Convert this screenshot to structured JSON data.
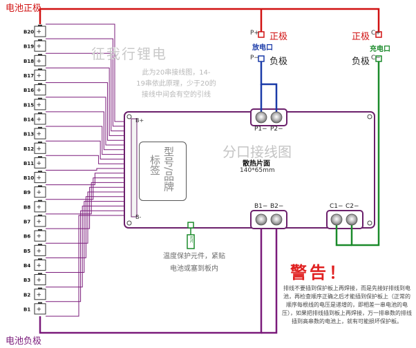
{
  "battery_positive": "电池正极",
  "battery_negative": "电池负极",
  "cells": [
    "B20",
    "B19",
    "B18",
    "B17",
    "B16",
    "B15",
    "B14",
    "B13",
    "B12",
    "B11",
    "B10",
    "B9",
    "B8",
    "B7",
    "B6",
    "B5",
    "B4",
    "B3",
    "B2",
    "B1"
  ],
  "watermark": "征我行锂电",
  "note_lines": [
    "此为20串接线图，14-",
    "19串依此原理，少于20的",
    "接线中间会有空的引线"
  ],
  "board": {
    "title": "分口接线图",
    "heatsink_label": "散热片面",
    "heatsink_size": "140*65mm",
    "b_plus": "B+",
    "b_minus": "B-",
    "tag_col1": "型号/品牌",
    "tag_col2": "标签"
  },
  "discharge": {
    "title": "放电口",
    "p_plus": "P+",
    "p_minus": "P−",
    "pos": "正极",
    "neg": "负极"
  },
  "charge": {
    "title": "充电口",
    "c_plus": "C+",
    "c_minus": "C−",
    "pos": "正极",
    "neg": "负极"
  },
  "terminals": {
    "p1": "P1−",
    "p2": "P2−",
    "b1": "B1−",
    "b2": "B2−",
    "c1": "C1−",
    "c2": "C2−"
  },
  "sensor": {
    "label": "NTC",
    "note_lines": [
      "温度保护元件，紧贴",
      "电池或塞到板内"
    ]
  },
  "warning": {
    "title": "警告！",
    "body": "排线不要插到保护板上再焊接，而是先接好排线到电池，再检查顺序正确之后才能插到保护板上（正常的顺序每根线的电压是递增的，即相差一串电池的电压），如果把排线插到板上再焊接，万一排串数的排线插到高串数的电池上，就有可能损坏保护板。"
  },
  "colors": {
    "positive": "#d01010",
    "negative": "#7a1a7a",
    "blue": "#1a3aa8",
    "green": "#1a8a2a"
  }
}
